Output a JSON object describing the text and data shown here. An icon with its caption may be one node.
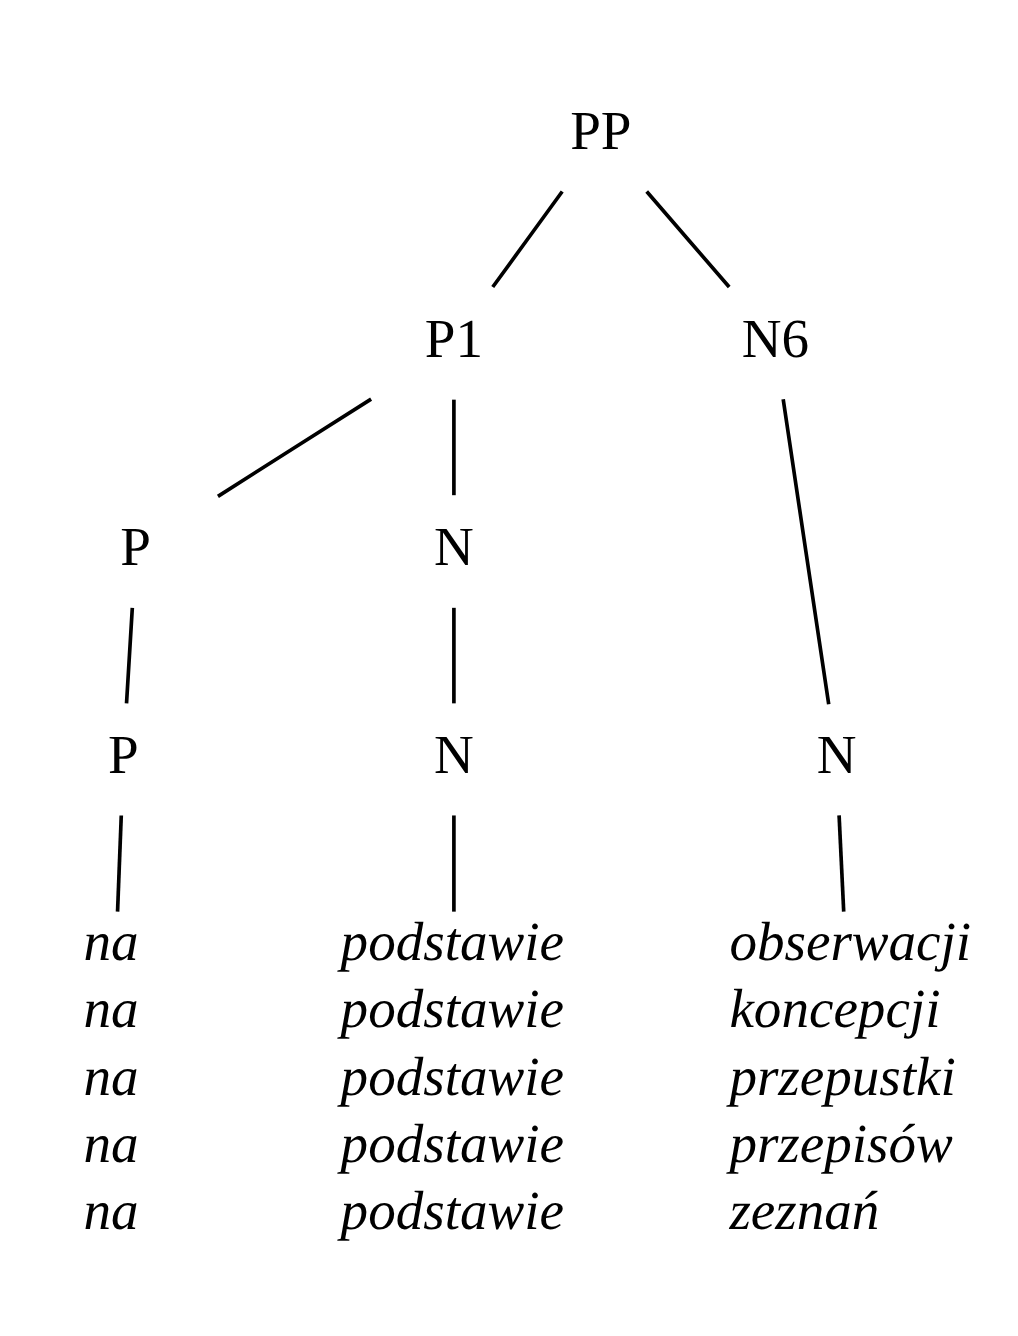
{
  "diagram": {
    "nodes": [
      {
        "text": [
          "PP"
        ]
      },
      {
        "text": [
          "P1"
        ]
      },
      {
        "text": [
          "N6"
        ]
      },
      {
        "text": [
          "P"
        ]
      },
      {
        "text": [
          "N"
        ]
      },
      {
        "text": [
          "P"
        ]
      },
      {
        "text": [
          "N"
        ]
      },
      {
        "text": [
          "N"
        ]
      },
      {
        "text": [
          "na",
          "na",
          "na",
          "na",
          "na"
        ]
      },
      {
        "text": [
          "podstawie",
          "podstawie",
          "podstawie",
          "podstawie",
          "podstawie"
        ]
      },
      {
        "text": [
          "obserwacji",
          "koncepcji",
          "przepustki",
          "przepisów",
          "zeznań"
        ]
      }
    ],
    "edges": [
      {
        "from": 0,
        "to": 1,
        "arrow": "none"
      },
      {
        "from": 0,
        "to": 2,
        "arrow": "none"
      },
      {
        "from": 1,
        "to": 3,
        "arrow": "none"
      },
      {
        "from": 1,
        "to": 4,
        "arrow": "none"
      },
      {
        "from": 3,
        "to": 5,
        "arrow": "none"
      },
      {
        "from": 4,
        "to": 6,
        "arrow": "none"
      },
      {
        "from": 2,
        "to": 7,
        "arrow": "none"
      },
      {
        "from": 5,
        "to": 8,
        "arrow": "none"
      },
      {
        "from": 6,
        "to": 9,
        "arrow": "none"
      },
      {
        "from": 7,
        "to": 10,
        "arrow": "none"
      }
    ]
  }
}
